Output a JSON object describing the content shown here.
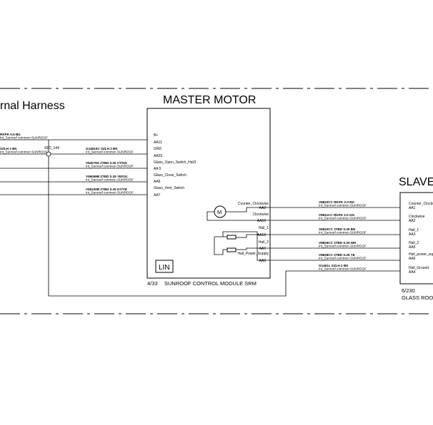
{
  "diagram": {
    "harness_title": "rnal Harness",
    "master_title": "MASTER MOTOR",
    "slave_title": "SLAVE",
    "splice_label": "93/2_144",
    "lin_label": "LIN",
    "motor_symbol": "M",
    "master_ref": "4/33",
    "master_caption": "SUNROOF CONTROL MODULE SRM",
    "slave_ref": "6/230",
    "slave_caption": "GLASS ROO",
    "master_pins": [
      "B+",
      "AA11",
      "GND",
      "AA20",
      "Glass_Open_Switch_Hall1",
      "AA 5",
      "Glass_Close_Switch",
      "AA6",
      "Glass_Vent_Switch",
      "AA7"
    ],
    "master_right_pins": [
      {
        "name": "Counter_Clockwise",
        "pin": "AA8"
      },
      {
        "name": "Clockwise",
        "pin": "AA10"
      },
      {
        "name": "Hall_1",
        "pin": "AA18"
      },
      {
        "name": "Hall_2",
        "pin": "AA9"
      },
      {
        "name": "Hall_Power_Supply",
        "pin": "AA8"
      }
    ],
    "left_wires": [
      {
        "code": "RKPK 0.5 BU",
        "sub": "Int_Sunroof common  SUNROOF"
      },
      {
        "code": "SZLH 2 BK",
        "sub": "Int_Sunroof common  SUNROOF"
      },
      {
        "code": "G14610C  SZLH 2 BK",
        "sub": "Int_Sunroof common  SUNROOF"
      },
      {
        "code": "V54078S  2TBD 0.35 VT/GN",
        "sub": "Int_Sunroof common  SUNROOF"
      },
      {
        "code": "V55099B  2TBD 0.35 YE/OG",
        "sub": "Int_Sunroof common  SUNROOF"
      },
      {
        "code": "V55100B  2TBD 0.35 GY/YE",
        "sub": "Int_Sunroof common  SUNROOF"
      }
    ],
    "right_wires": [
      {
        "code": "V8810CC  RKPK 2.0 RD",
        "sub": "Int_Sunroof common  SUNROOF"
      },
      {
        "code": "V8811CC  RKPK 2.0 GN",
        "sub": "Int_Sunroof common  SUNROOF"
      },
      {
        "code": "S5810CC  2TBD 0.35 BN",
        "sub": "Int_Sunroof common  SUNROOF"
      },
      {
        "code": "V8829CC  2TBD 0.35 WH",
        "sub": "Int_Sunroof common  SUNROOF"
      },
      {
        "code": "V8828CC  2TBD 0.35 YE",
        "sub": "Int_Sunroof common  SUNROOF"
      },
      {
        "code": "G1461L  SZLH 2 BK",
        "sub": "Int_Sunroof common  SUNROOF"
      }
    ],
    "slave_pins": [
      {
        "name": "Counter_Clockw",
        "pin": "AA1"
      },
      {
        "name": "Clockwise",
        "pin": "AA2"
      },
      {
        "name": "Hall_1",
        "pin": "AA3"
      },
      {
        "name": "Hall_2",
        "pin": "AA5"
      },
      {
        "name": "Hall_power_sup",
        "pin": "AA6"
      },
      {
        "name": "Hall_Ground",
        "pin": "AA4"
      }
    ]
  }
}
